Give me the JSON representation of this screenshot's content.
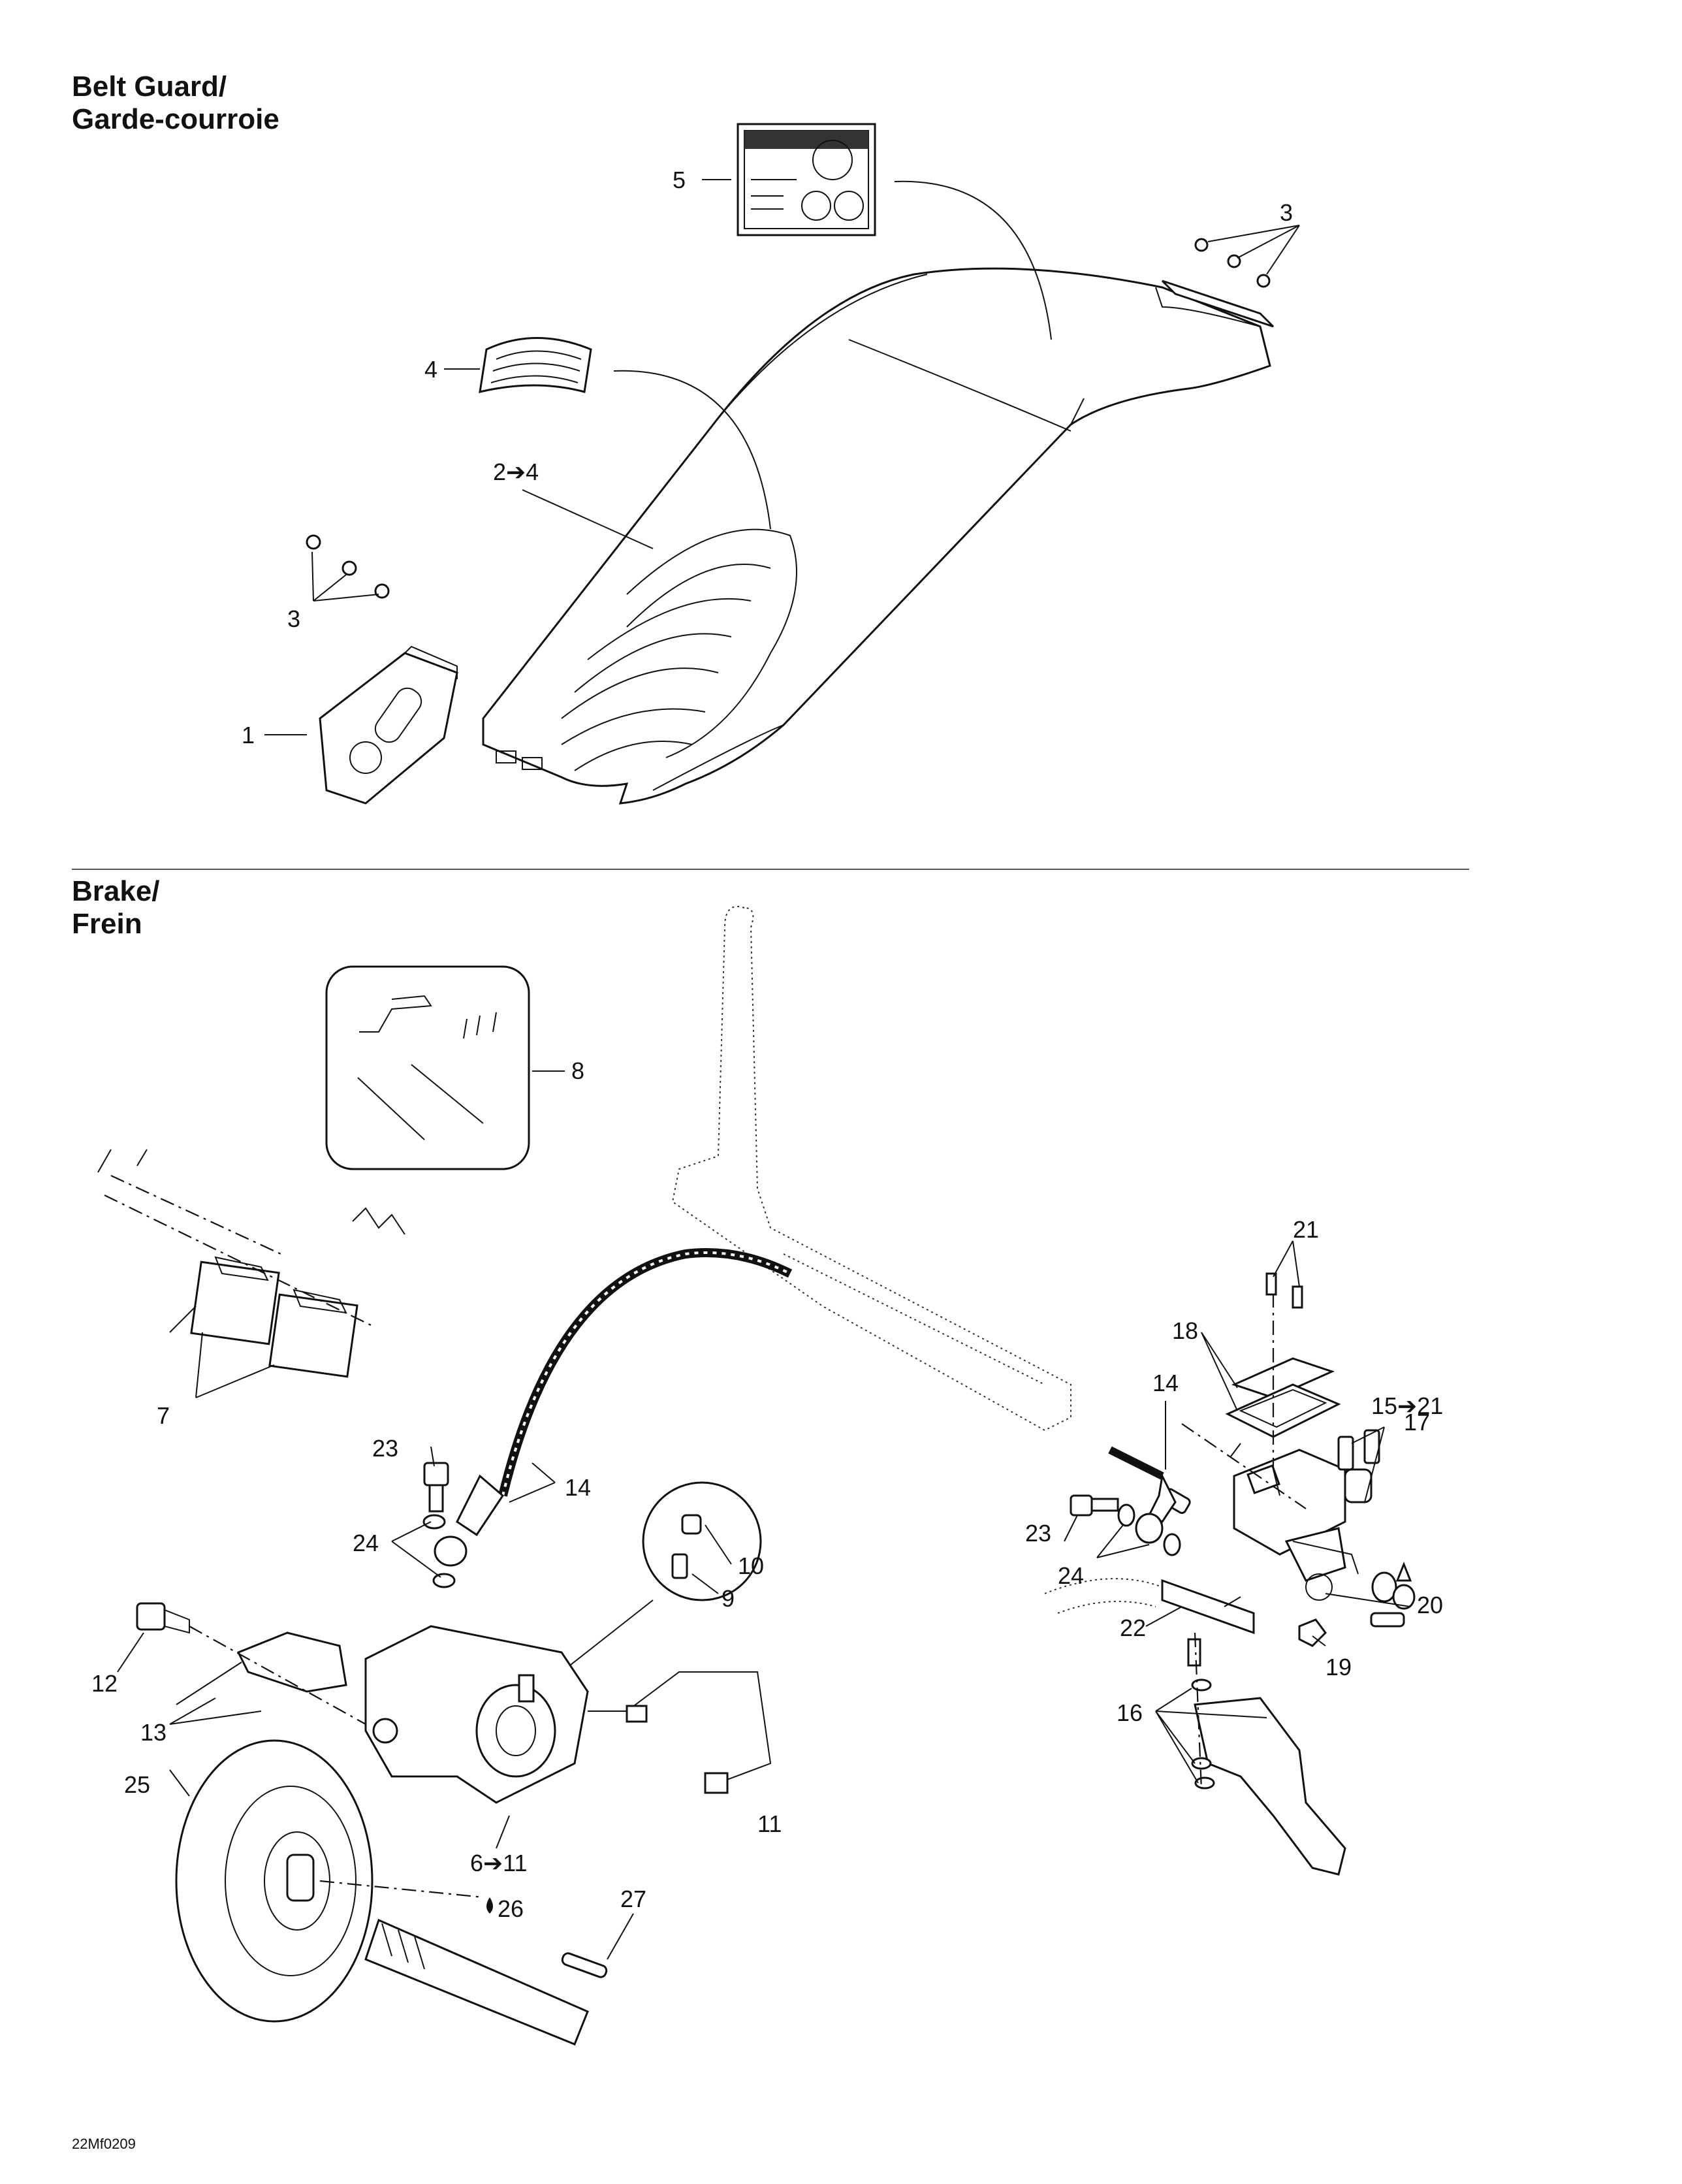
{
  "sections": {
    "belt_guard": {
      "title_en": "Belt Guard/",
      "title_fr": "Garde-courroie"
    },
    "brake": {
      "title_en": "Brake/",
      "title_fr": "Frein"
    }
  },
  "callouts": {
    "belt_guard": {
      "c1": "1",
      "c2": "2➔4",
      "c3a": "3",
      "c3b": "3",
      "c4": "4",
      "c5": "5"
    },
    "brake": {
      "c6": "6➔11",
      "c7": "7",
      "c8": "8",
      "c9": "9",
      "c10": "10",
      "c11": "11",
      "c12": "12",
      "c13": "13",
      "c14a": "14",
      "c14b": "14",
      "c15": "15➔21",
      "c16": "16",
      "c17": "17",
      "c18": "18",
      "c19": "19",
      "c20": "20",
      "c21": "21",
      "c22": "22",
      "c23a": "23",
      "c23b": "23",
      "c24a": "24",
      "c24b": "24",
      "c25": "25",
      "c26": "26",
      "c27": "27"
    }
  },
  "figure_code": "22Mf0209",
  "colors": {
    "line": "#111111",
    "background": "#ffffff"
  }
}
